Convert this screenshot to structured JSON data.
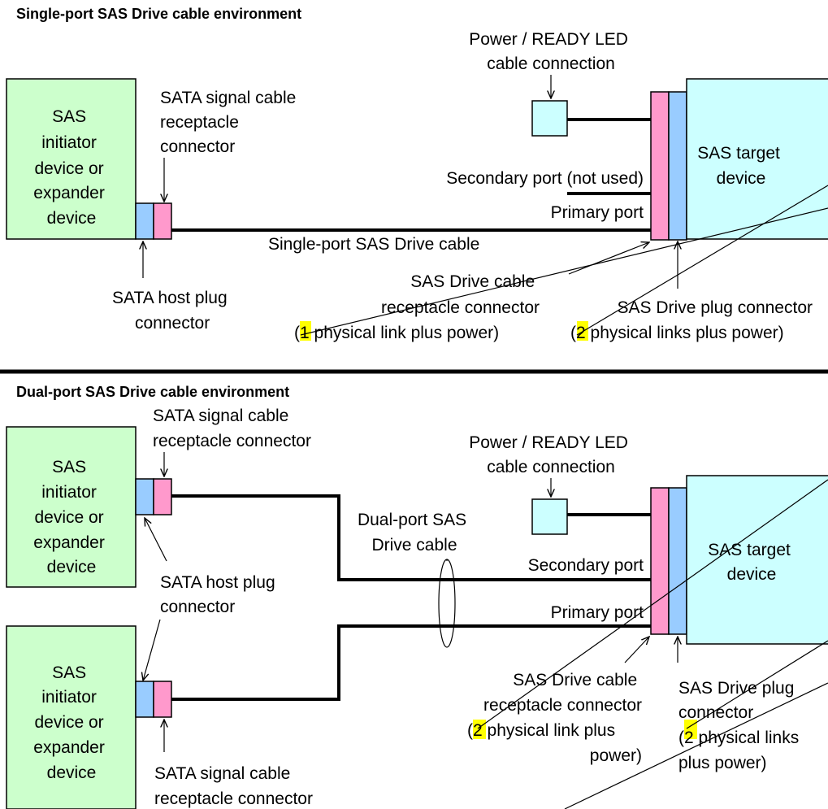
{
  "single": {
    "heading": "Single-port SAS Drive cable environment",
    "initiator": [
      "SAS",
      "initiator",
      "device or",
      "expander",
      "device"
    ],
    "sata_receptacle": [
      "SATA signal cable",
      "receptacle",
      "connector"
    ],
    "power_led": [
      "Power / READY LED",
      "cable connection"
    ],
    "target": [
      "SAS target",
      "device"
    ],
    "secondary_port": "Secondary port (not used)",
    "primary_port": "Primary port",
    "cable": "Single-port SAS Drive cable",
    "sata_host_plug": [
      "SATA host plug",
      "connector"
    ],
    "drive_receptacle": {
      "line1": "SAS Drive cable",
      "line2": "receptacle connector",
      "open_paren": "(",
      "number": "1",
      "rest": " physical link plus power)"
    },
    "drive_plug": {
      "line1": "SAS Drive plug connector",
      "open_paren": "(",
      "number": "2",
      "rest": " physical links plus power)"
    }
  },
  "dual": {
    "heading": "Dual-port SAS Drive cable environment",
    "sata_receptacle_top": [
      "SATA signal cable",
      "receptacle connector"
    ],
    "initiator_top": [
      "SAS",
      "initiator",
      "device or",
      "expander",
      "device"
    ],
    "initiator_bottom": [
      "SAS",
      "initiator",
      "device or",
      "expander",
      "device"
    ],
    "power_led": [
      "Power / READY LED",
      "cable connection"
    ],
    "cable": [
      "Dual-port SAS",
      "Drive cable"
    ],
    "target": [
      "SAS target",
      "device"
    ],
    "secondary_port": "Secondary port",
    "primary_port": "Primary port",
    "sata_host_plug": [
      "SATA host plug",
      "connector"
    ],
    "drive_receptacle": {
      "line1": "SAS Drive cable",
      "line2": "receptacle connector",
      "open_paren": "(",
      "number": "2",
      "rest": " physical link plus",
      "line4": "power)"
    },
    "drive_plug": {
      "line1": "SAS Drive plug",
      "line2": "connector",
      "open_paren": "(",
      "number": "2",
      "rest": " physical links",
      "line4": "plus power)"
    },
    "sata_receptacle_bottom": [
      "SATA signal cable",
      "receptacle connector"
    ]
  },
  "colors": {
    "initiator_fill": "#ccffcc",
    "target_fill": "#ccffff",
    "host_plug_fill": "#99ccff",
    "receptacle_fill": "#ff99cc",
    "highlight": "#ffff00"
  }
}
